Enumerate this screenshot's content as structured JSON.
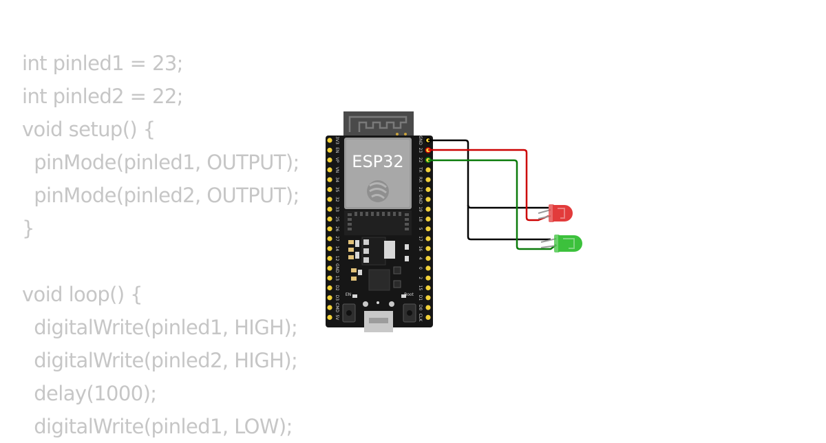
{
  "code_lines": [
    "int pinled1 = 23;",
    "int pinled2 = 22;",
    "void setup() {",
    "  pinMode(pinled1, OUTPUT);",
    "  pinMode(pinled2, OUTPUT);",
    "}",
    "",
    "void loop() {",
    "  digitalWrite(pinled1, HIGH);",
    "  digitalWrite(pinled2, HIGH);",
    "  delay(1000);",
    "  digitalWrite(pinled1, LOW);"
  ],
  "board": {
    "label": "ESP32",
    "en_label": "EN",
    "boot_label": "Boot",
    "right_pins": [
      "GND",
      "23",
      "22",
      "TX",
      "RX",
      "21",
      "GND",
      "19",
      "18",
      "5",
      "17",
      "16",
      "4",
      "0",
      "2",
      "15",
      "D1",
      "D0",
      "CLK"
    ],
    "left_pins": [
      "3V3",
      "EN",
      "VP",
      "VN",
      "34",
      "35",
      "32",
      "33",
      "25",
      "26",
      "27",
      "14",
      "12",
      "GND",
      "13",
      "D2",
      "D3",
      "CMD",
      "5V"
    ]
  },
  "wires": {
    "gnd_color": "#000000",
    "red_color": "#cc0000",
    "green_color": "#0a7a0a"
  },
  "leds": [
    {
      "color_name": "red",
      "color": "#e23b3b",
      "pin": "23"
    },
    {
      "color_name": "green",
      "color": "#3cc13c",
      "pin": "22"
    }
  ]
}
